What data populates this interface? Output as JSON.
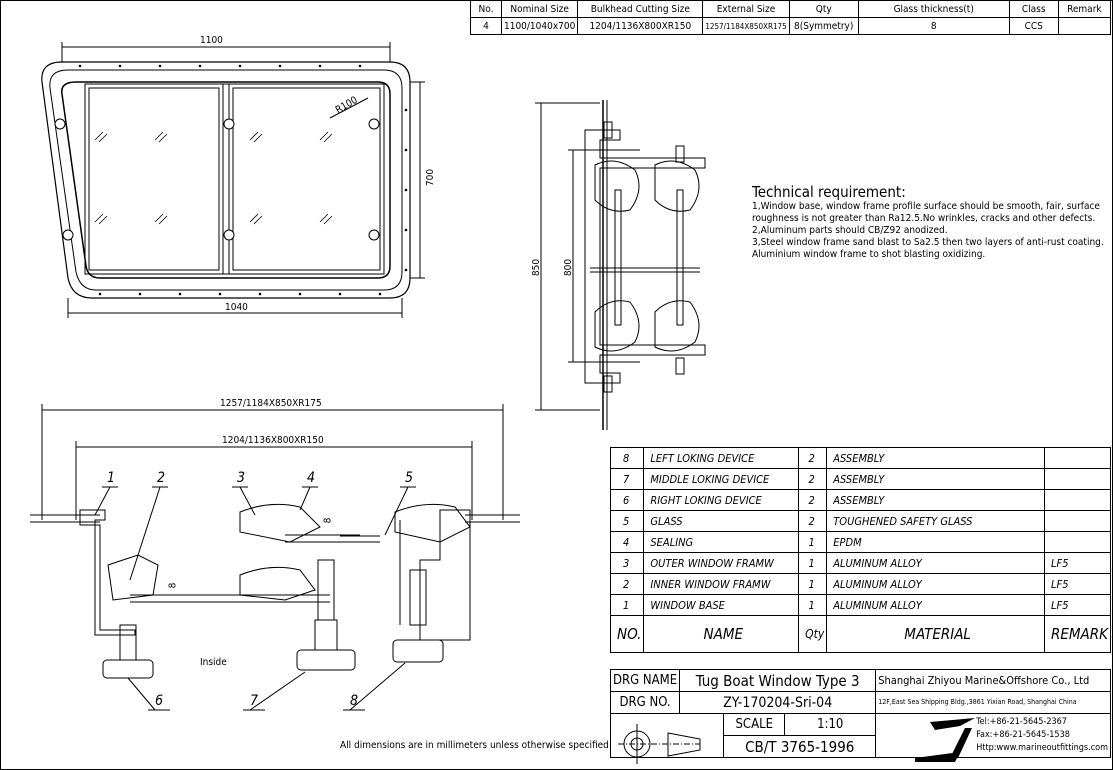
{
  "spec_table": {
    "headers": [
      "No.",
      "Nominal Size",
      "Bulkhead Cutting Size",
      "External Size",
      "Qty",
      "Glass thickness(t)",
      "Class",
      "Remark"
    ],
    "rows": [
      [
        "4",
        "1100/1040x700",
        "1204/1136X800XR150",
        "1257/1184X850XR175",
        "8(Symmetry)",
        "8",
        "CCS",
        ""
      ]
    ]
  },
  "front_view": {
    "dim_top": "1100",
    "dim_bottom": "1040",
    "dim_height": "700",
    "radius": "R100"
  },
  "section_view": {
    "dim_outer": "850",
    "dim_inner": "800"
  },
  "plan_view": {
    "dim_outer": "1257/1184X850XR175",
    "dim_inner": "1204/1136X800XR150",
    "dim_t1": "8",
    "dim_t2": "8",
    "inside_label": "Inside",
    "callouts": [
      "1",
      "2",
      "3",
      "4",
      "5",
      "6",
      "7",
      "8"
    ]
  },
  "technical_requirement": {
    "title": "Technical requirement:",
    "lines": [
      "1,Window base, window frame profile surface should be smooth, fair, surface",
      "roughness is not greater than Ra12.5.No wrinkles, cracks and other defects.",
      "2,Aluminum parts should CB/Z92 anodized.",
      "3,Steel window frame sand blast to Sa2.5 then two layers of anti-rust coating.",
      "Aluminium window frame to shot blasting oxidizing."
    ]
  },
  "parts_list": {
    "rows": [
      {
        "no": "8",
        "name": "LEFT LOKING DEVICE",
        "qty": "2",
        "material": "ASSEMBLY",
        "remark": ""
      },
      {
        "no": "7",
        "name": "MIDDLE LOKING DEVICE",
        "qty": "2",
        "material": "ASSEMBLY",
        "remark": ""
      },
      {
        "no": "6",
        "name": "RIGHT LOKING DEVICE",
        "qty": "2",
        "material": "ASSEMBLY",
        "remark": ""
      },
      {
        "no": "5",
        "name": "GLASS",
        "qty": "2",
        "material": "TOUGHENED SAFETY GLASS",
        "remark": ""
      },
      {
        "no": "4",
        "name": "SEALING",
        "qty": "1",
        "material": "EPDM",
        "remark": ""
      },
      {
        "no": "3",
        "name": "OUTER WINDOW FRAMW",
        "qty": "1",
        "material": "ALUMINUM ALLOY",
        "remark": "LF5"
      },
      {
        "no": "2",
        "name": "INNER WINDOW FRAMW",
        "qty": "1",
        "material": "ALUMINUM ALLOY",
        "remark": "LF5"
      },
      {
        "no": "1",
        "name": "WINDOW BASE",
        "qty": "1",
        "material": "ALUMINUM ALLOY",
        "remark": "LF5"
      }
    ],
    "headers": {
      "no": "NO.",
      "name": "NAME",
      "qty": "Qty",
      "material": "MATERIAL",
      "remark": "REMARK"
    }
  },
  "title_block": {
    "drg_name_label": "DRG NAME",
    "drg_name": "Tug Boat Window Type 3",
    "drg_no_label": "DRG NO.",
    "drg_no": "ZY-170204-Sri-04",
    "scale_label": "SCALE",
    "scale": "1:10",
    "standard": "CB/T 3765-1996",
    "company": "Shanghai Zhiyou Marine&Offshore Co., Ltd",
    "address": "12F,East Sea Shipping Bldg.,3861 Yixian Road, Shanghai China",
    "tel": "Tel:+86-21-5645-2367",
    "fax": "Fax:+86-21-5645-1538",
    "web": "Http:www.marineoutfittings.com"
  },
  "note": "All dimensions are in millimeters unless otherwise specified."
}
